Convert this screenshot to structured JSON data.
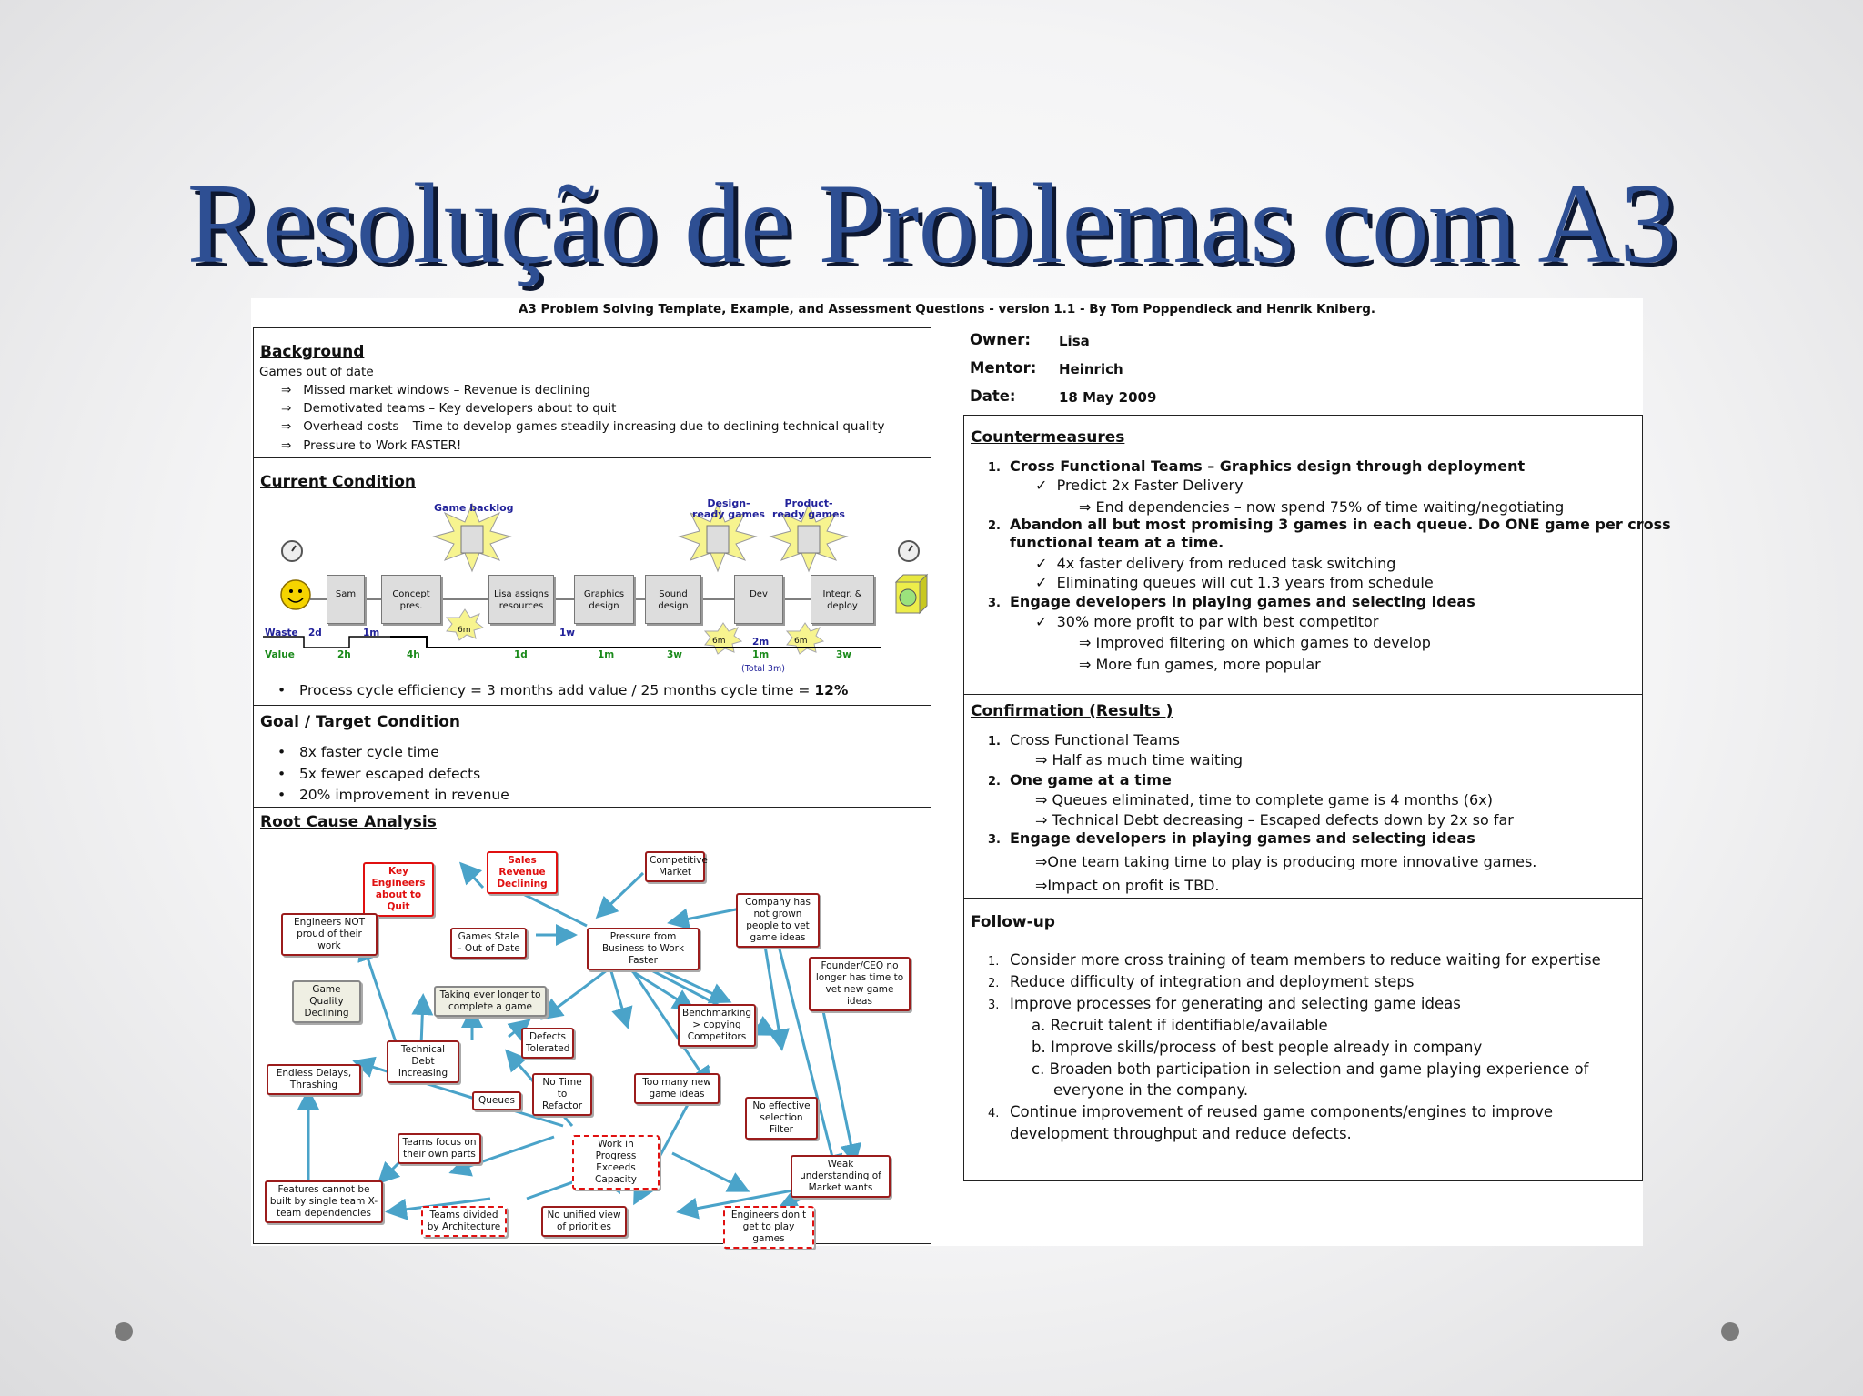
{
  "title": "Resolução de Problemas com A3",
  "doc_header": "A3 Problem Solving Template, Example, and Assessment Questions - version 1.1 -  By Tom Poppendieck and Henrik Kniberg.",
  "background": {
    "heading": "Background",
    "subtitle": "Games out of date",
    "items": [
      "Missed market windows – Revenue is declining",
      "Demotivated teams – Key developers about to quit",
      "Overhead costs – Time to develop games steadily increasing due to declining technical quality",
      "Pressure to Work FASTER!"
    ],
    "arrow": "⇒"
  },
  "current_condition": {
    "heading": "Current Condition",
    "labels": {
      "backlog": "Game backlog",
      "design_ready": "Design-ready games",
      "product_ready": "Product-ready games"
    },
    "steps": [
      "Sam",
      "Concept pres.",
      "Lisa assigns resources",
      "Graphics design",
      "Sound design",
      "Dev",
      "Integr. & deploy"
    ],
    "queue_items": [
      "6m",
      "6m",
      "6m"
    ],
    "waste_label": "Waste",
    "value_label": "Value",
    "waste": [
      "2d",
      "1m",
      "1w",
      "2m"
    ],
    "value": [
      "2h",
      "4h",
      "1d",
      "1m",
      "3w",
      "1m",
      "3w"
    ],
    "total": "(Total 3m)",
    "efficiency": "Process cycle efficiency = 3 months add value / 25 months cycle time = ",
    "efficiency_value": "12%"
  },
  "goal": {
    "heading": "Goal / Target Condition",
    "items": [
      "8x faster cycle time",
      "5x fewer escaped defects",
      "20% improvement in revenue"
    ]
  },
  "root_cause": {
    "heading": "Root Cause Analysis",
    "nodes": [
      "Key Engineers about to Quit",
      "Sales Revenue Declining",
      "Competitive Market",
      "Company has not grown people to vet game ideas",
      "Engineers NOT proud of their work",
      "Games Stale – Out of Date",
      "Pressure from Business to Work Faster",
      "Founder/CEO no longer has time to vet new game ideas",
      "Game Quality Declining",
      "Taking ever longer to complete a game",
      "Benchmarking > copying Competitors",
      "Defects Tolerated",
      "Technical Debt Increasing",
      "Endless Delays, Thrashing",
      "No Time to Refactor",
      "Queues",
      "Too many new game ideas",
      "No effective selection Filter",
      "Teams focus on their own parts",
      "Work in Progress Exceeds Capacity",
      "Weak understanding of Market wants",
      "Features cannot be built by single team X-team dependencies",
      "Teams divided by Architecture",
      "No unified view of priorities",
      "Engineers don't get to play games"
    ]
  },
  "meta": {
    "owner_label": "Owner:",
    "owner": "Lisa",
    "mentor_label": "Mentor:",
    "mentor": "Heinrich",
    "date_label": "Date:",
    "date": "18 May 2009"
  },
  "countermeasures": {
    "heading": "Countermeasures",
    "item1": "Cross Functional Teams – Graphics design through deployment",
    "item1_a": "Predict 2x Faster Delivery",
    "item1_b": "End dependencies –  now spend 75% of time waiting/negotiating",
    "item2_l1": "Abandon all but most promising 3 games in each queue.  Do ONE game per cross",
    "item2_l2": "functional team at a time.",
    "item2_a": "4x faster delivery from reduced task switching",
    "item2_b": "Eliminating queues will cut 1.3 years from schedule",
    "item3": "Engage developers in playing games and selecting ideas",
    "item3_a": "30% more profit to par with best competitor",
    "item3_b": "Improved filtering on which games to develop",
    "item3_c": "More fun games, more popular"
  },
  "confirmation": {
    "heading": "Confirmation (Results )",
    "item1": "Cross Functional Teams",
    "item1_a": "Half as much time waiting",
    "item2": "One game at a time",
    "item2_a": "Queues eliminated, time to complete game is 4 months (6x)",
    "item2_b": "Technical Debt decreasing – Escaped defects down by 2x so far",
    "item3": "Engage developers in playing games and selecting ideas",
    "item3_a": "One team taking time to play is producing more innovative games.",
    "item3_b": "Impact on profit is TBD."
  },
  "followup": {
    "heading": "Follow-up",
    "item1": "Consider more cross training of team members to reduce waiting for expertise",
    "item2": "Reduce difficulty of integration and deployment steps",
    "item3": "Improve processes for generating and selecting game ideas",
    "item3_a": "Recruit talent if identifiable/available",
    "item3_b": "Improve skills/process of best people already in company",
    "item3_c_l1": "Broaden both participation in selection and game playing experience of",
    "item3_c_l2": "everyone in the company.",
    "item4_l1": "Continue improvement of reused game components/engines to improve",
    "item4_l2": "development throughput and reduce defects."
  },
  "symbols": {
    "check": "✓",
    "arrow": "⇒",
    "bullet": "•"
  },
  "colors": {
    "title": "#2e4f93",
    "title_shadow": "#0d1730",
    "diagram_arrow": "#4aa3c9",
    "root_red": "#e01010"
  }
}
